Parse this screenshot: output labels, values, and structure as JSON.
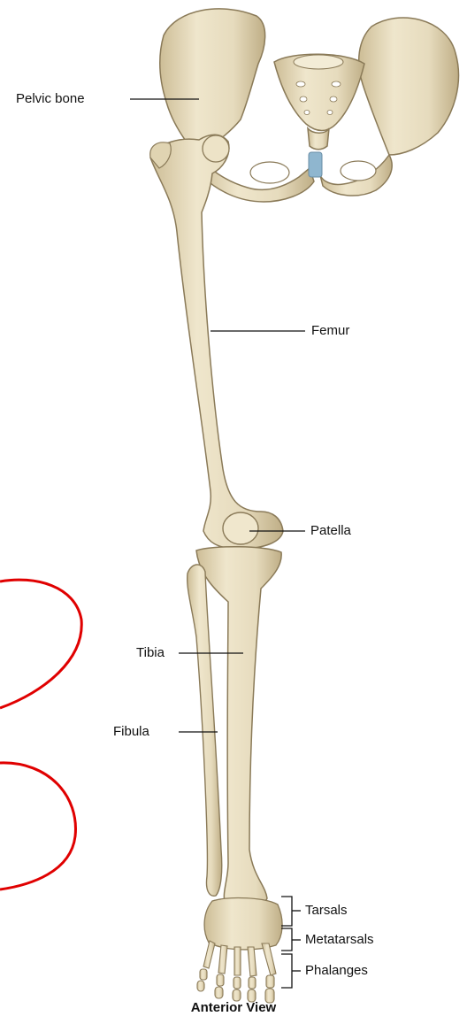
{
  "labels": {
    "pelvic_bone": "Pelvic bone",
    "femur": "Femur",
    "patella": "Patella",
    "tibia": "Tibia",
    "fibula": "Fibula",
    "tarsals": "Tarsals",
    "metatarsals": "Metatarsals",
    "phalanges": "Phalanges"
  },
  "caption": "Anterior View",
  "colors": {
    "bone_fill": "#e9dfc2",
    "bone_shadow": "#c9b992",
    "bone_outline": "#8a7a58",
    "cartilage": "#8fb6cf",
    "annotation_circles": "#e00000",
    "leader_lines": "#111111"
  }
}
